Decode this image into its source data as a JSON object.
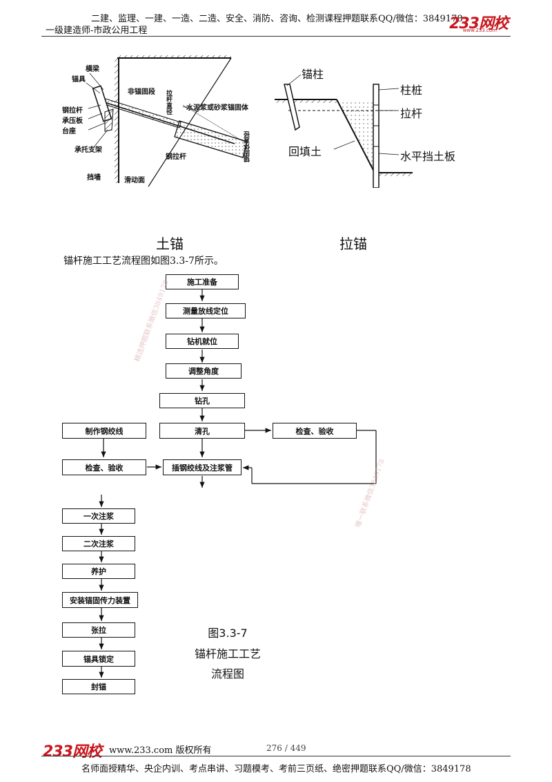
{
  "header": {
    "line1": "二建、监理、一建、一造、二造、安全、消防、咨询、检测课程押题联系QQ/微信：3849178",
    "line2": "一级建造师-市政公用工程",
    "logo": "233网校",
    "logo_url": "www.233.com"
  },
  "figure_left": {
    "caption": "土锚",
    "labels": {
      "hengliang": "横梁",
      "maoju": "锚具",
      "gang_lagan": "钢拉杆",
      "chengyaban": "承压板",
      "taizuo": "台座",
      "chengtuo": "承托支架",
      "dangqiang": "挡墙",
      "fei_mao": "非锚固段",
      "lagan_zhijing": "拉杆直径",
      "shuini": "水泥浆或砂浆锚固体",
      "maogu_zhijing": "锚固体直径",
      "gang_lagan2": "钢拉杆",
      "huadongmian": "滑动面"
    }
  },
  "figure_right": {
    "caption": "拉锚",
    "labels": {
      "maozhu": "锚柱",
      "zhuzhuang": "柱桩",
      "lagan": "拉杆",
      "huitiantu": "回填土",
      "shuiping": "水平挡土板"
    }
  },
  "intro_text": "锚杆施工工艺流程图如图3.3-7所示。",
  "flow_top": {
    "step1": "施工准备",
    "step2": "测量放线定位",
    "step3": "钻机就位",
    "step4": "调整角度",
    "step5": "钻孔",
    "step6": "清孔",
    "left1": "制作钢绞线",
    "left2": "检查、验收",
    "right1": "检查、验收",
    "step7": "插钢绞线及注浆管"
  },
  "flow_bottom": {
    "s1": "一次注浆",
    "s2": "二次注浆",
    "s3": "养护",
    "s4": "安装锚固传力装置",
    "s5": "张拉",
    "s6": "锚具锁定",
    "s7": "封锚"
  },
  "figure_caption": {
    "line1": "图3.3-7",
    "line2": "锚杆施工工艺",
    "line3": "流程图"
  },
  "watermarks": {
    "wm1": "精选押题联系微信3849178",
    "wm2": "唯一联系微信3849178"
  },
  "footer": {
    "logo": "233网校",
    "site": "www.233.com 版权所有",
    "page": "276 / 449",
    "line": "名师面授精华、央企内训、考点串讲、习题模考、考前三页纸、绝密押题联系QQ/微信：3849178"
  }
}
